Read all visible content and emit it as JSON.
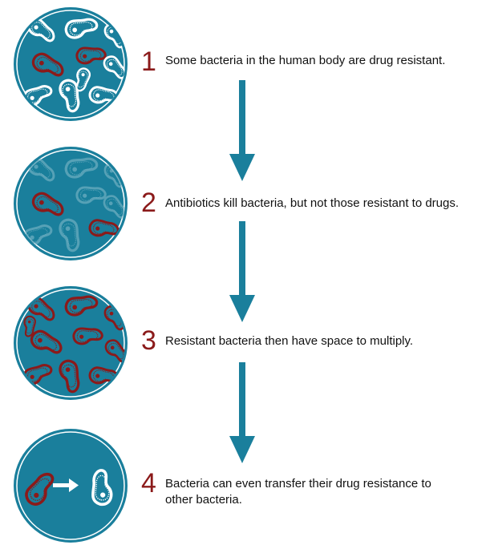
{
  "colors": {
    "teal": "#1a7f9c",
    "dark_red": "#8b1a1a",
    "white": "#ffffff",
    "number_red": "#8b1a1a"
  },
  "steps": [
    {
      "number": "1",
      "text": "Some bacteria in the human body are drug resistant.",
      "icon": "mixed-bacteria-icon"
    },
    {
      "number": "2",
      "text": "Antibiotics kill bacteria, but not those resistant to drugs.",
      "icon": "surviving-bacteria-icon"
    },
    {
      "number": "3",
      "text": "Resistant bacteria then have space to multiply.",
      "icon": "multiplying-bacteria-icon"
    },
    {
      "number": "4",
      "text": "Bacteria can even transfer their drug resistance to other bacteria.",
      "icon": "resistance-transfer-icon"
    }
  ]
}
